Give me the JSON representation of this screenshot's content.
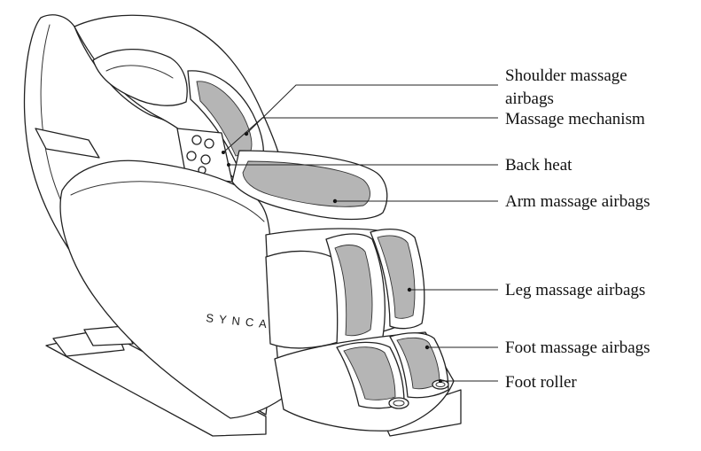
{
  "brand": "SYNCA",
  "callouts": [
    {
      "id": "shoulder",
      "lines": [
        "Shoulder massage",
        "airbags"
      ]
    },
    {
      "id": "mechanism",
      "lines": [
        "Massage mechanism"
      ]
    },
    {
      "id": "back-heat",
      "lines": [
        "Back heat"
      ]
    },
    {
      "id": "arm",
      "lines": [
        "Arm massage airbags"
      ]
    },
    {
      "id": "leg",
      "lines": [
        "Leg massage airbags"
      ]
    },
    {
      "id": "foot-airbags",
      "lines": [
        "Foot massage airbags"
      ]
    },
    {
      "id": "foot-roller",
      "lines": [
        "Foot roller"
      ]
    }
  ],
  "colors": {
    "airbag_fill": "#b5b5b5",
    "line": "#222222",
    "background": "#ffffff"
  }
}
